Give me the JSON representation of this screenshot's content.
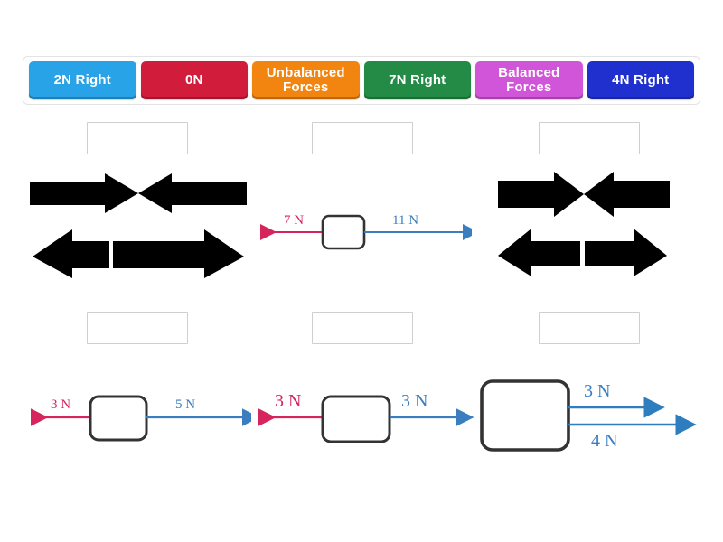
{
  "activity": {
    "type": "drag-and-drop-labelling",
    "topic": "Balanced and Unbalanced Forces"
  },
  "wordbank": {
    "name": "answer-tiles",
    "tiles": [
      {
        "label": "2N Right",
        "color": "#29a3e8"
      },
      {
        "label": "0N",
        "color": "#d21c3c"
      },
      {
        "label": "Unbalanced Forces",
        "color": "#f28510"
      },
      {
        "label": "7N Right",
        "color": "#238b45"
      },
      {
        "label": "Balanced Forces",
        "color": "#d155d8"
      },
      {
        "label": "4N Right",
        "color": "#2030cf"
      }
    ]
  },
  "dropzones": [
    {
      "id": "dropzone-1",
      "value": ""
    },
    {
      "id": "dropzone-2",
      "value": ""
    },
    {
      "id": "dropzone-3",
      "value": ""
    },
    {
      "id": "dropzone-4",
      "value": ""
    },
    {
      "id": "dropzone-5",
      "value": ""
    },
    {
      "id": "dropzone-6",
      "value": ""
    }
  ],
  "diagrams": [
    {
      "id": "diagram-1",
      "style": "block-arrows",
      "description": "Two black block arrows pointing toward each other, above two black block arrows pointing apart",
      "labels": []
    },
    {
      "id": "diagram-2",
      "style": "force-box",
      "description": "Box with opposing force arrows",
      "left_force": "7 N",
      "right_force": "11 N",
      "left_color": "#d6245c",
      "right_color": "#3a7ec0"
    },
    {
      "id": "diagram-3",
      "style": "block-arrows",
      "description": "Two black block arrows pointing toward each other, above two black block arrows pointing apart",
      "labels": []
    },
    {
      "id": "diagram-4",
      "style": "force-box",
      "description": "Box with opposing force arrows",
      "left_force": "3 N",
      "right_force": "5 N",
      "left_color": "#d6245c",
      "right_color": "#3a7ec0"
    },
    {
      "id": "diagram-5",
      "style": "force-box",
      "description": "Box with equal opposing force arrows",
      "left_force": "3 N",
      "right_force": "3 N",
      "left_color": "#d6245c",
      "right_color": "#3a7ec0"
    },
    {
      "id": "diagram-6",
      "style": "force-box-two-right",
      "description": "Box with two force arrows both pointing right",
      "top_force": "3 N",
      "bottom_force": "4 N",
      "arrow_color": "#3a7ec0"
    }
  ]
}
